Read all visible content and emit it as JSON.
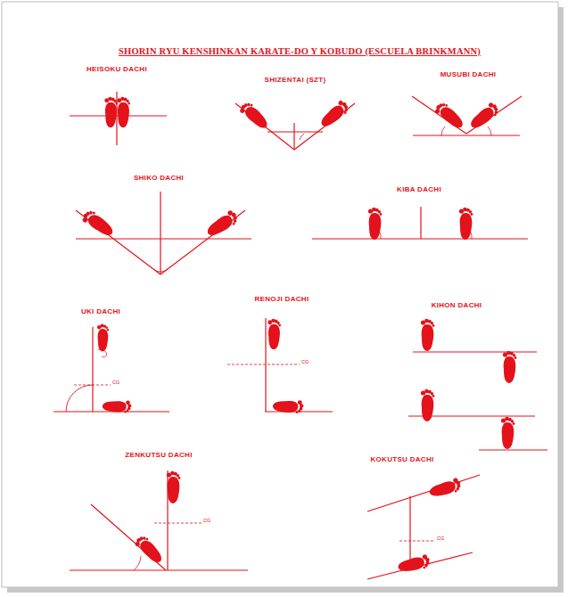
{
  "diagram": {
    "title": "SHORIN RYU KENSHINKAN KARATE-DO Y KOBUDO (ESCUELA BRINKMANN)",
    "labels": [
      "HEISOKU DACHI",
      "SHIZENTAI (SZT)",
      "MUSUBI DACHI",
      "SHIKO DACHI",
      "KIBA DACHI",
      "UKI DACHI",
      "CG",
      "RENOJI DACHI",
      "CG",
      "KIHON DACHI",
      "ZENKUTSU DACHI",
      "CG",
      "KOKUTSU DACHI",
      "CG"
    ]
  }
}
